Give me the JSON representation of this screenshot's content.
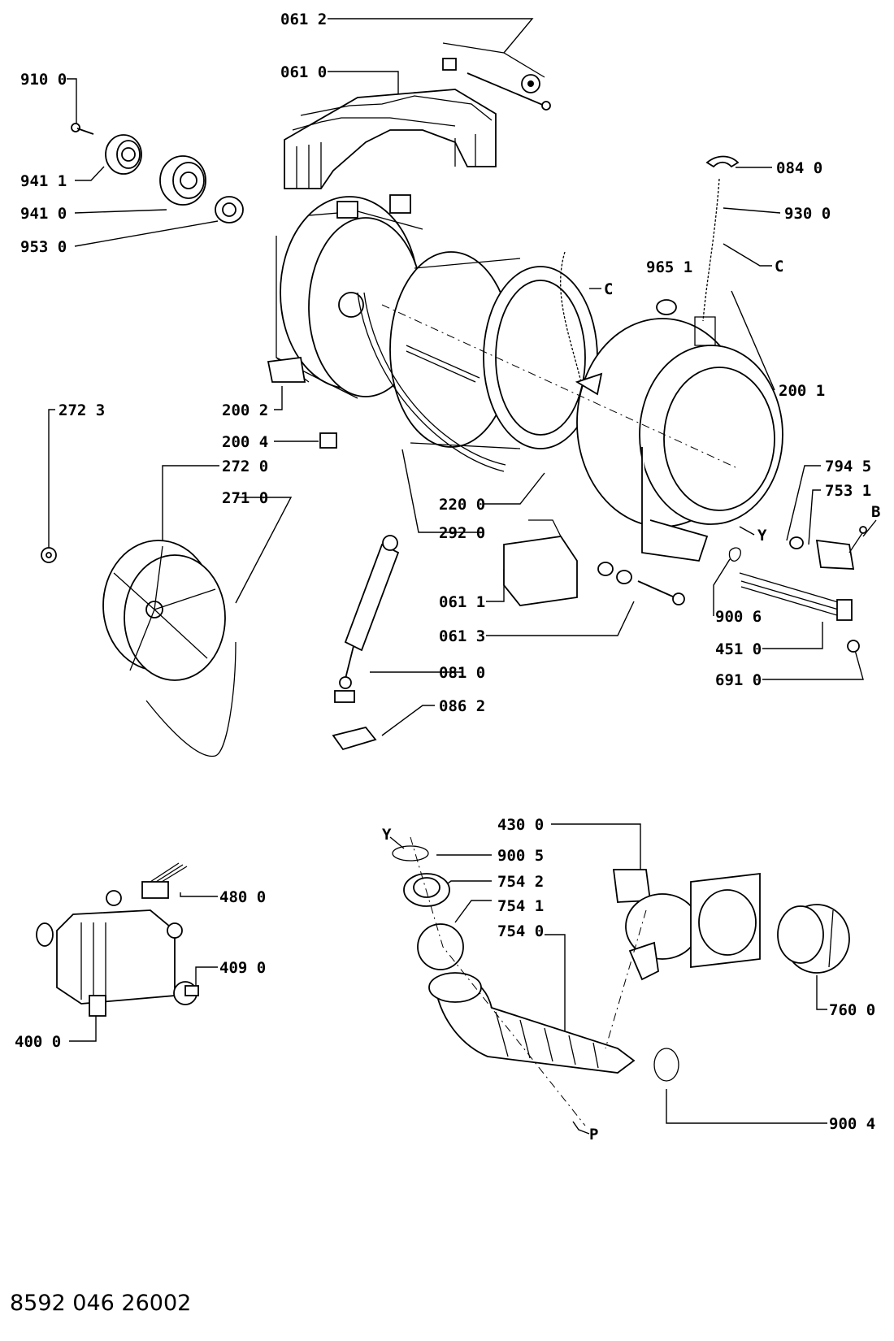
{
  "labels": {
    "p0612": "061 2",
    "p0610": "061 0",
    "p9100": "910 0",
    "p9411": "941 1",
    "p9410": "941 0",
    "p9530": "953 0",
    "p0840": "084 0",
    "p9300": "930 0",
    "c1": "C",
    "c2": "C",
    "p9651": "965 1",
    "p2001": "200 1",
    "p2723": "272 3",
    "p2002": "200 2",
    "p2004": "200 4",
    "p2720": "272 0",
    "p2710": "271 0",
    "p2200": "220 0",
    "p2920": "292 0",
    "p7945": "794 5",
    "p7531": "753 1",
    "b": "B",
    "y1": "Y",
    "p0611": "061 1",
    "p0613": "061 3",
    "p9006": "900 6",
    "p4510": "451 0",
    "p6910": "691 0",
    "p0810": "081 0",
    "p0862": "086 2",
    "p4300": "430 0",
    "y2": "Y",
    "p9005": "900 5",
    "p7542": "754 2",
    "p7541": "754 1",
    "p7540": "754 0",
    "p4800": "480 0",
    "p4090": "409 0",
    "p4000": "400 0",
    "p7600": "760 0",
    "p9004": "900 4",
    "p": "P"
  },
  "document_code": "8592 046 26002"
}
